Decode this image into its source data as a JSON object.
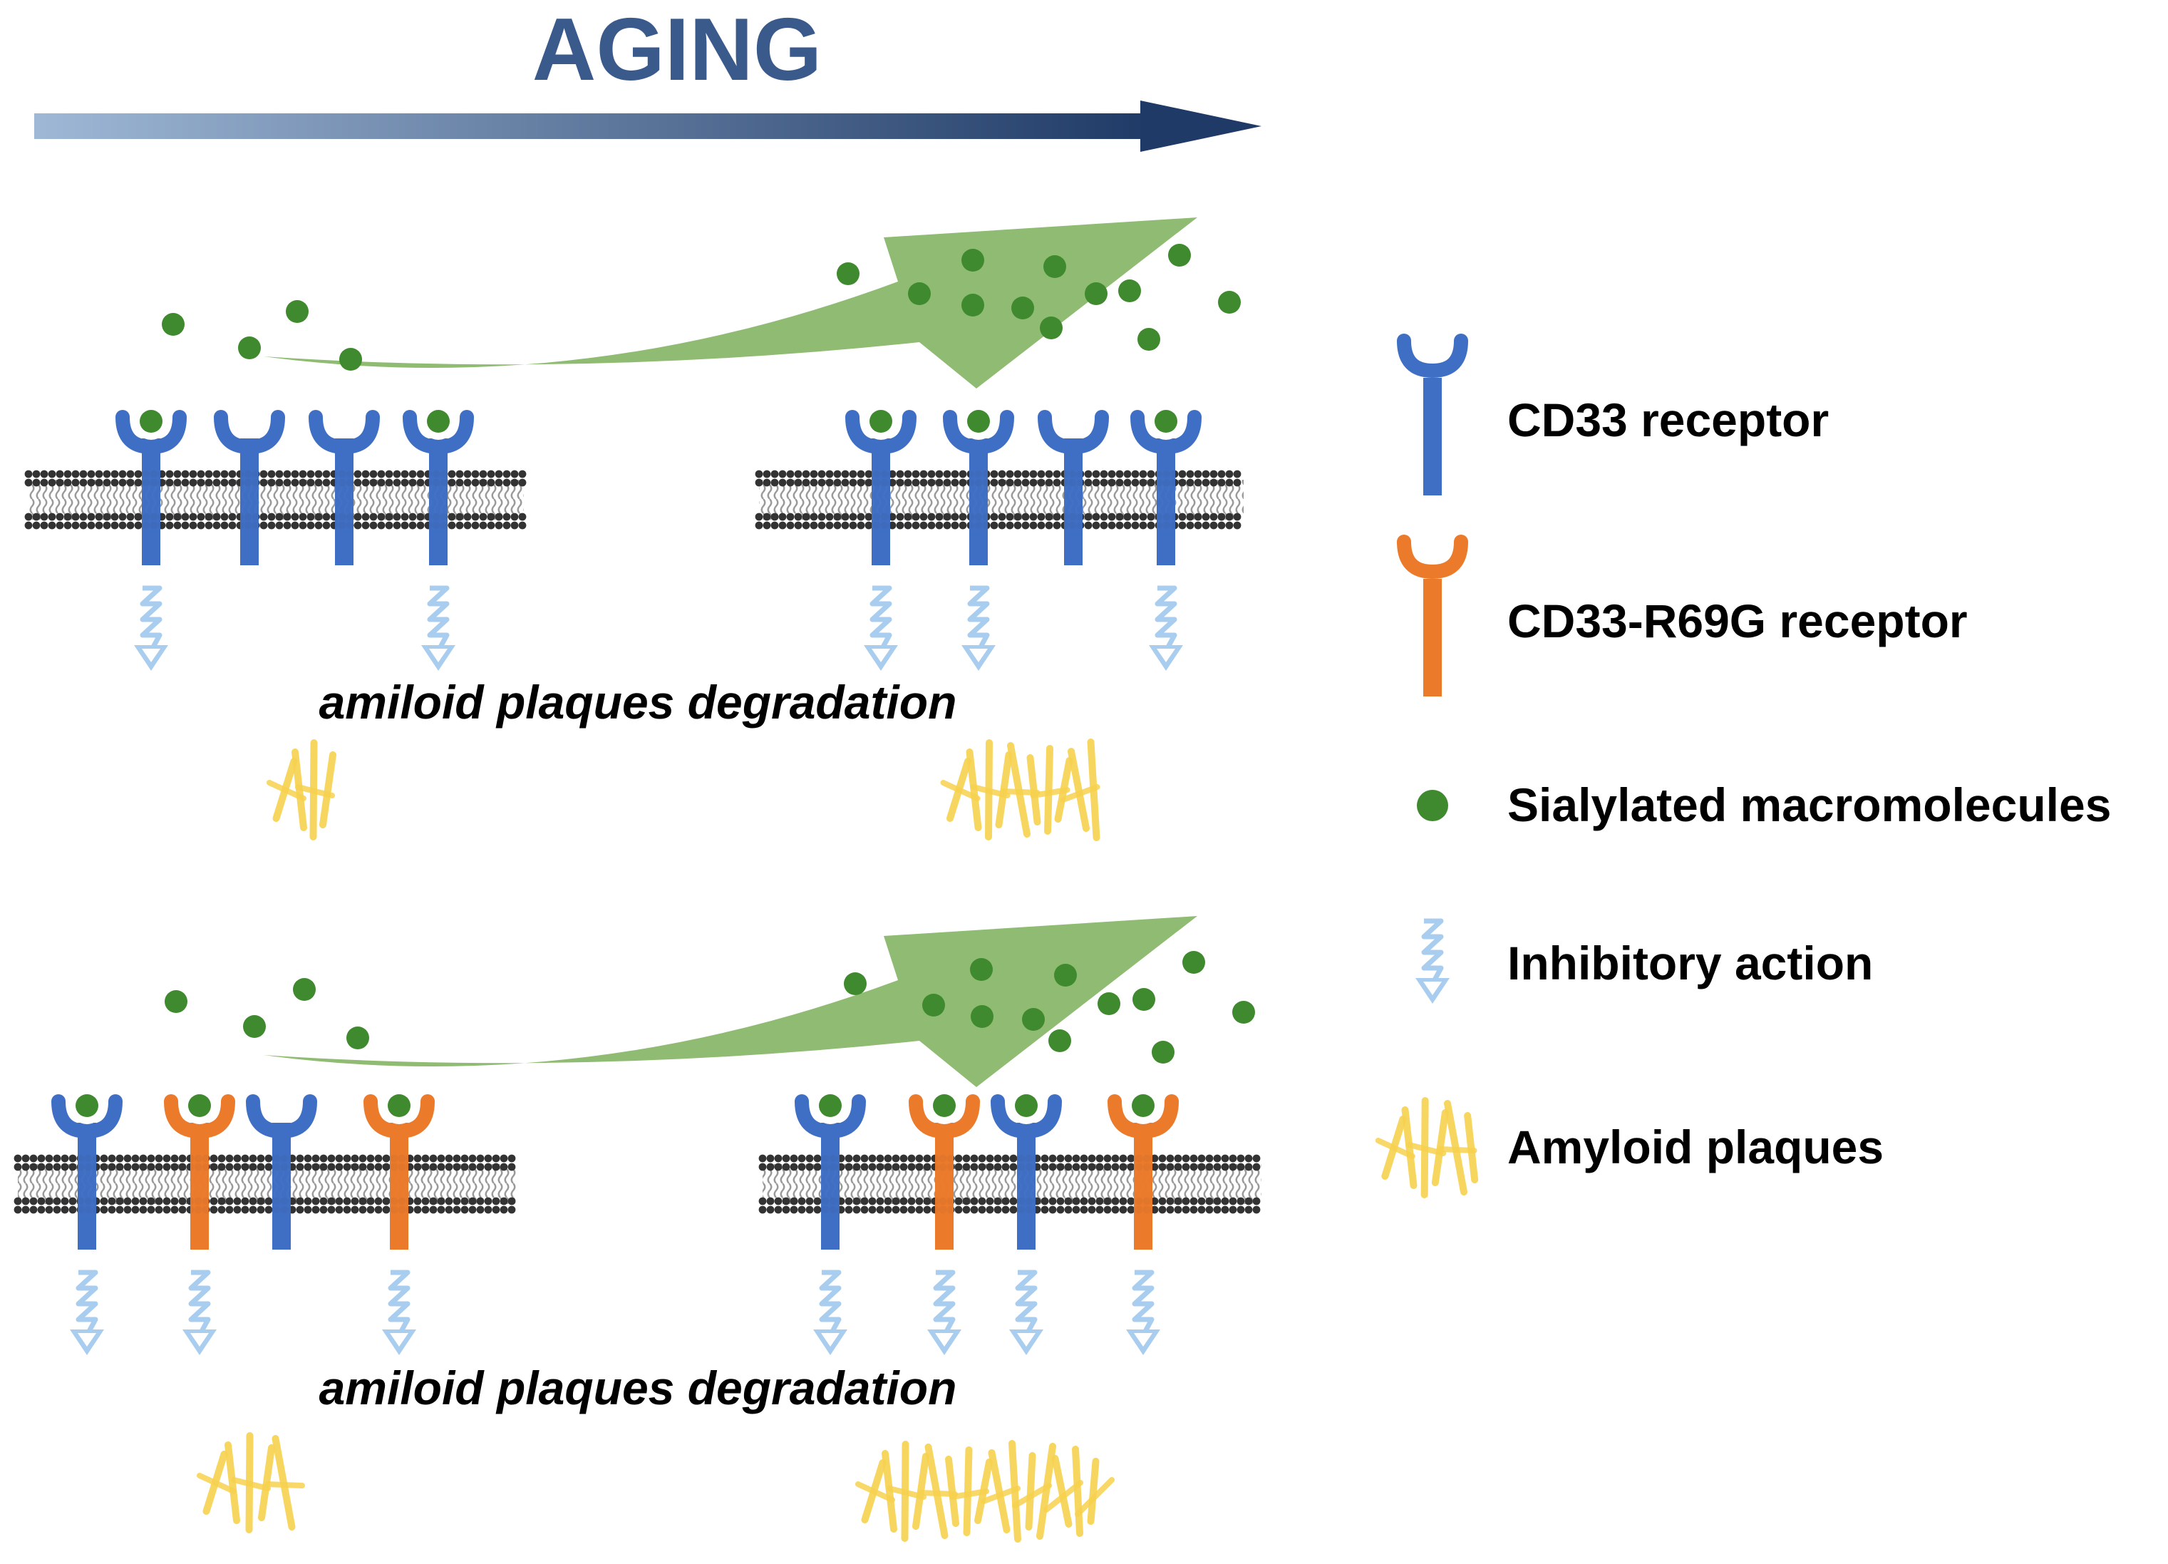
{
  "header": {
    "title": "AGING"
  },
  "panels": [
    {
      "id": "wild-type",
      "caption": "amiloid plaques degradation",
      "early": {
        "receptors": [
          "CD33",
          "CD33",
          "CD33",
          "CD33"
        ],
        "bound": [
          true,
          false,
          false,
          true
        ]
      },
      "late": {
        "receptors": [
          "CD33",
          "CD33",
          "CD33",
          "CD33"
        ],
        "bound": [
          true,
          true,
          false,
          true
        ]
      }
    },
    {
      "id": "r69g-variant",
      "caption": "amiloid plaques degradation",
      "early": {
        "receptors": [
          "CD33",
          "CD33-R69G",
          "CD33",
          "CD33-R69G"
        ],
        "bound": [
          true,
          true,
          false,
          true
        ]
      },
      "late": {
        "receptors": [
          "CD33",
          "CD33-R69G",
          "CD33",
          "CD33-R69G"
        ],
        "bound": [
          true,
          true,
          true,
          true
        ]
      }
    }
  ],
  "legend": {
    "items": [
      {
        "icon": "cd33-receptor-icon",
        "label": "CD33 receptor"
      },
      {
        "icon": "cd33-r69g-receptor-icon",
        "label": "CD33-R69G receptor"
      },
      {
        "icon": "sialylated-macromolecule-icon",
        "label": "Sialylated macromolecules"
      },
      {
        "icon": "inhibitory-action-icon",
        "label": "Inhibitory action"
      },
      {
        "icon": "amyloid-plaque-icon",
        "label": "Amyloid plaques"
      }
    ]
  },
  "colors": {
    "title": "#3b5a8c",
    "aging_arrow_start": "#9fb8d6",
    "aging_arrow_end": "#1f3a66",
    "cd33": "#3f6fc4",
    "cd33_r69g": "#ec7a2b",
    "sialylated": "#3f8a2e",
    "green_arrow": "#8fbb72",
    "inhibitory": "#a9cdef",
    "amyloid": "#f7d24f",
    "membrane": "#333333",
    "text": "#000000"
  }
}
